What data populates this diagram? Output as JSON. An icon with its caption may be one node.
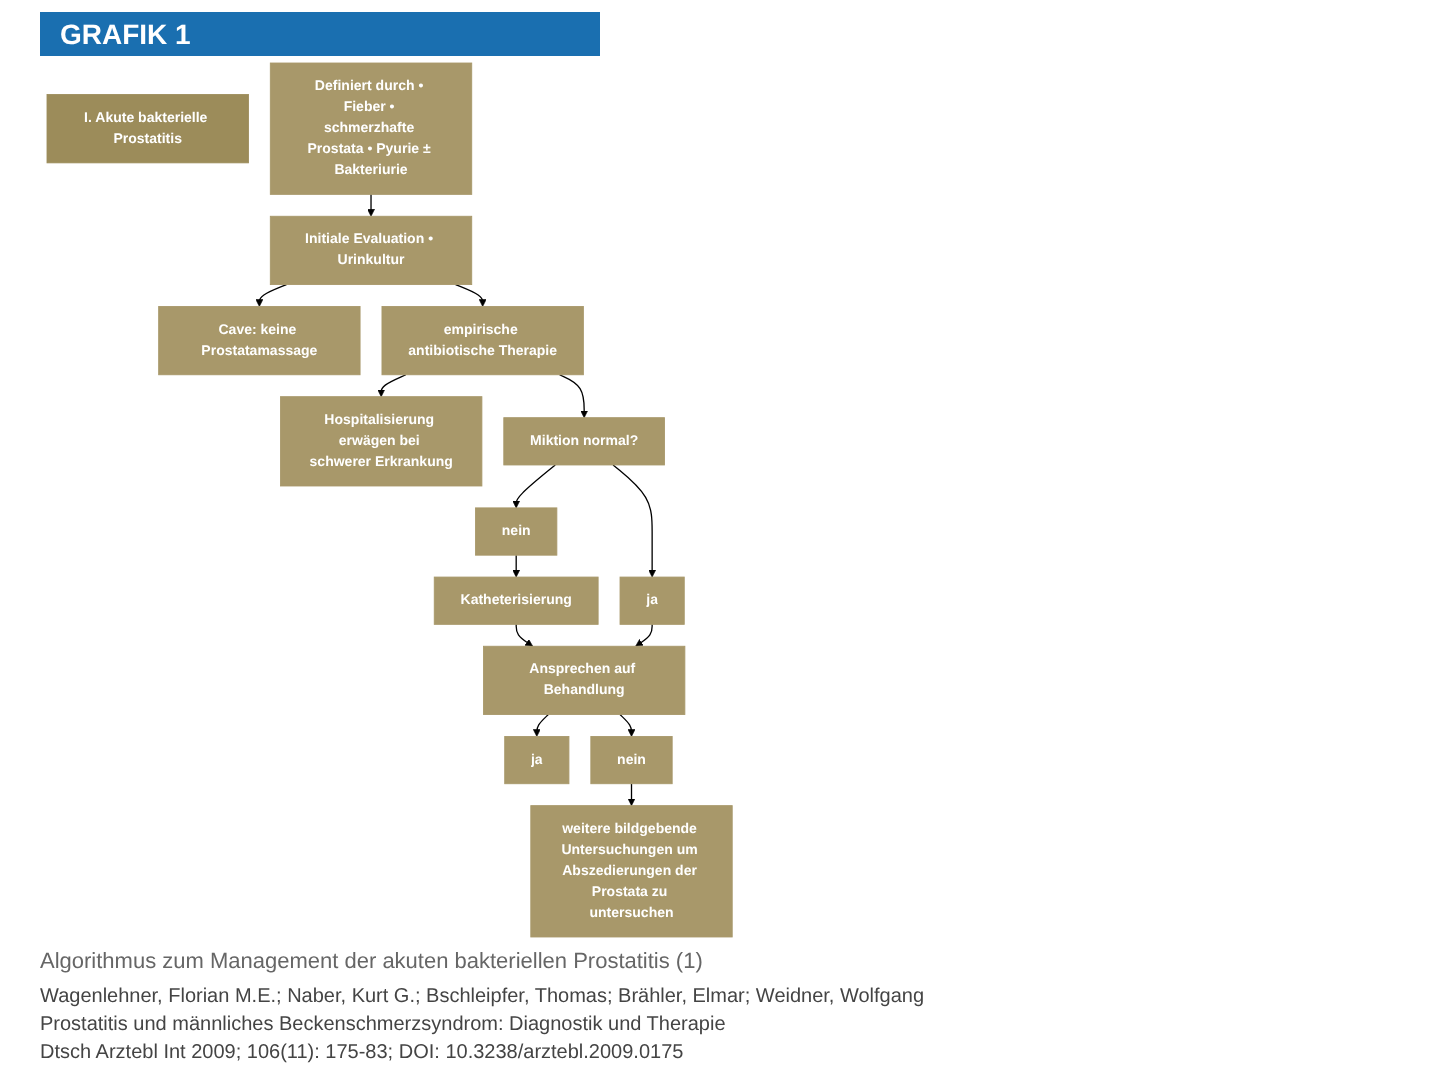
{
  "diagram": {
    "title": "GRAFIK 1",
    "caption": "Algorithmus zum Management der akuten bakteriellen Prostatitis (1)",
    "nodes": [
      {
        "text": [
          "I. Akute bakterielle Prostatitis"
        ]
      },
      {
        "text": [
          "Definiert durch • Fieber • schmerzhafte Prostata • Pyurie ± Bakteriurie"
        ]
      },
      {
        "text": [
          "Initiale Evaluation • Urinkultur"
        ]
      },
      {
        "text": [
          "Cave: keine Prostatamassage"
        ]
      },
      {
        "text": [
          "empirische antibiotische Therapie"
        ]
      },
      {
        "text": [
          "Hospitalisierung erwägen bei schwerer Erkrankung"
        ]
      },
      {
        "text": [
          "Miktion normal?"
        ]
      },
      {
        "text": [
          "nein"
        ]
      },
      {
        "text": [
          "ja"
        ]
      },
      {
        "text": [
          "Katheterisierung"
        ]
      },
      {
        "text": [
          "Ansprechen auf Behandlung"
        ]
      },
      {
        "text": [
          "ja"
        ]
      },
      {
        "text": [
          "nein"
        ]
      },
      {
        "text": [
          "weitere bildgebende Untersuchungen um Abszedierungen der Prostata zu untersuchen"
        ]
      }
    ],
    "edges": [
      {
        "from": 1,
        "to": 2,
        "arrow": "to"
      },
      {
        "from": 2,
        "to": 3,
        "arrow": "to"
      },
      {
        "from": 2,
        "to": 4,
        "arrow": "to"
      },
      {
        "from": 4,
        "to": 5,
        "arrow": "to"
      },
      {
        "from": 4,
        "to": 6,
        "arrow": "to"
      },
      {
        "from": 6,
        "to": 7,
        "arrow": "to"
      },
      {
        "from": 6,
        "to": 8,
        "arrow": "to"
      },
      {
        "from": 7,
        "to": 9,
        "arrow": "to"
      },
      {
        "from": 9,
        "to": 10,
        "arrow": "to"
      },
      {
        "from": 8,
        "to": 10,
        "arrow": "to"
      },
      {
        "from": 10,
        "to": 11,
        "arrow": "to"
      },
      {
        "from": 10,
        "to": 12,
        "arrow": "to"
      },
      {
        "from": 12,
        "to": 13,
        "arrow": "to"
      }
    ],
    "labels": [
      "Wagenlehner, Florian M.E.; Naber, Kurt G.; Bschleipfer, Thomas; Brähler, Elmar; Weidner, Wolfgang",
      "Prostatitis und männliches Beckenschmerzsyndrom: Diagnostik und Therapie",
      "Dtsch Arztebl Int 2009; 106(11): 175-83; DOI: 10.3238/arztebl.2009.0175"
    ]
  }
}
